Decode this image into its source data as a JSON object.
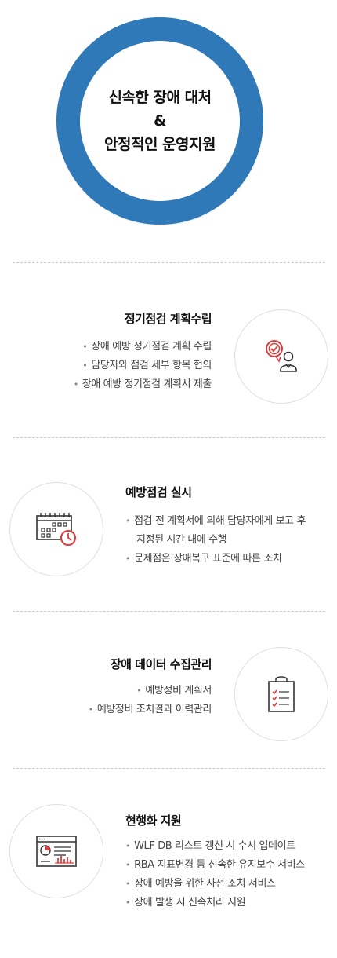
{
  "hero": {
    "line1": "신속한 장애 대처",
    "line2": "&",
    "line3": "안정적인 운영지원",
    "ring_color": "#2f79b8"
  },
  "sections": [
    {
      "title": "정기점검 계획수립",
      "icon": "checkmark-person-icon",
      "bullets": [
        "장애 예방 정기점검 계획 수립",
        "담당자와 점검 세부 항목 협의",
        "장애 예방 정기점검 계획서 제출"
      ]
    },
    {
      "title": "예방점검 실시",
      "icon": "calendar-clock-icon",
      "bullets": [
        "점검 전 계획서에 의해 담당자에게 보고 후",
        "지정된 시간 내에 수행",
        "문제점은 장애복구 표준에 따른 조치"
      ]
    },
    {
      "title": "장애 데이터 수집관리",
      "icon": "clipboard-checklist-icon",
      "bullets": [
        "예방정비 계획서",
        "예방정비 조치결과 이력관리"
      ]
    },
    {
      "title": "현행화 지원",
      "icon": "dashboard-window-icon",
      "bullets": [
        "WLF DB 리스트 갱신 시 수시 업데이트",
        "RBA 지표변경 등 신속한 유지보수 서비스",
        "장애 예방을 위한 사전 조치 서비스",
        "장애 발생 시 신속처리 지원"
      ]
    }
  ],
  "colors": {
    "accent_red": "#e03a3a",
    "icon_dark": "#333333"
  }
}
